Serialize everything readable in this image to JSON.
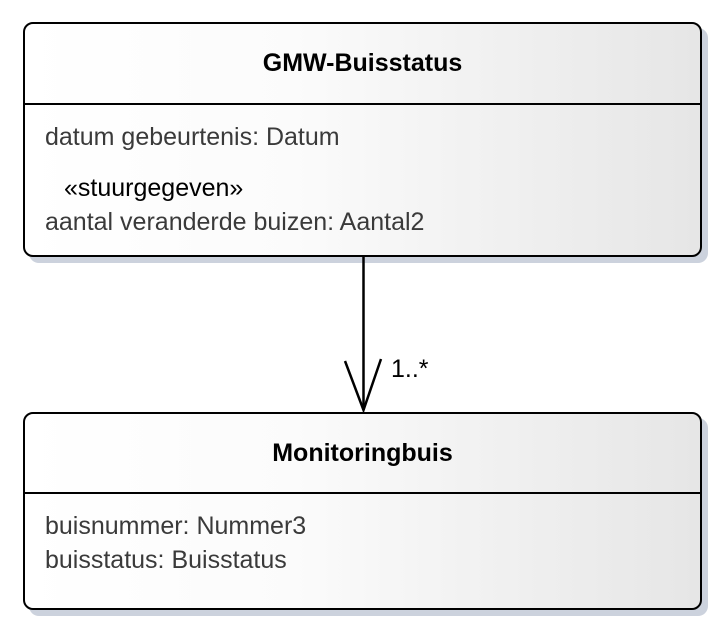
{
  "diagram": {
    "type": "uml-class-diagram",
    "classes": [
      {
        "name": "GMW-Buisstatus",
        "attributes": [
          {
            "text": "datum gebeurtenis: Datum"
          },
          {
            "text": "«stuurgegeven»"
          },
          {
            "text": "aantal veranderde buizen: Aantal2"
          }
        ]
      },
      {
        "name": "Monitoringbuis",
        "attributes": [
          {
            "text": "buisnummer: Nummer3"
          },
          {
            "text": "buisstatus: Buisstatus"
          }
        ]
      }
    ],
    "association": {
      "source": "GMW-Buisstatus",
      "target": "Monitoringbuis",
      "multiplicity": "1..*",
      "arrow_style": "open-arrowhead"
    },
    "colors": {
      "border": "#000000",
      "fill_gradient_start": "#ffffff",
      "fill_gradient_end": "#e6e6e6",
      "shadow": "#ccd2dd",
      "title_text": "#000000",
      "attribute_text": "#3a3a3a"
    }
  }
}
